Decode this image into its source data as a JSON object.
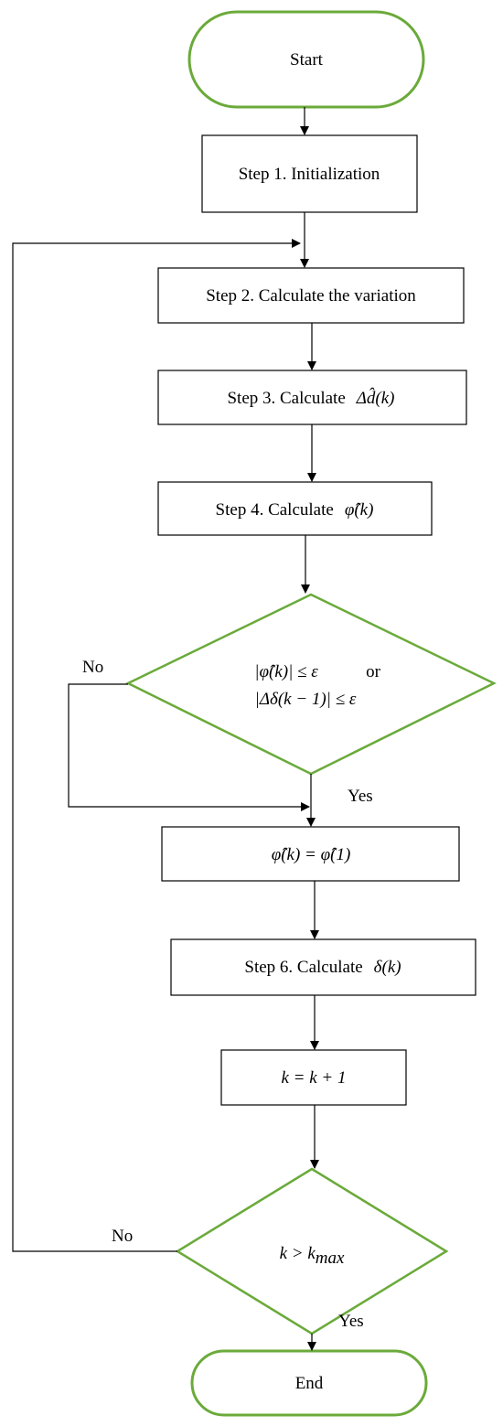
{
  "colors": {
    "terminal_stroke": "#6aaa3a",
    "decision_stroke": "#6aaa3a",
    "box_stroke": "#000000",
    "line": "#000000",
    "background": "#ffffff"
  },
  "nodes": {
    "start": "Start",
    "step1": "Step 1. Initialization",
    "step2": "Step 2. Calculate the variation",
    "step3": {
      "prefix": "Step 3. Calculate",
      "math": "Δd̂(k)"
    },
    "step4": {
      "prefix": "Step 4. Calculate",
      "math": "φ̂(k)"
    },
    "decision1": {
      "line1": "|φ̂(k)| ≤ ε",
      "or": "or",
      "line2": "|Δδ(k − 1)| ≤ ε"
    },
    "assign": "φ̂(k) = φ̂(1)",
    "step6": {
      "prefix": "Step 6. Calculate",
      "math": "δ(k)"
    },
    "increment": "k = k + 1",
    "decision2": {
      "math": "k > k",
      "sub": "max"
    },
    "end": "End"
  },
  "edges": {
    "decision1_no": "No",
    "decision1_yes": "Yes",
    "decision2_no": "No",
    "decision2_yes": "Yes"
  }
}
